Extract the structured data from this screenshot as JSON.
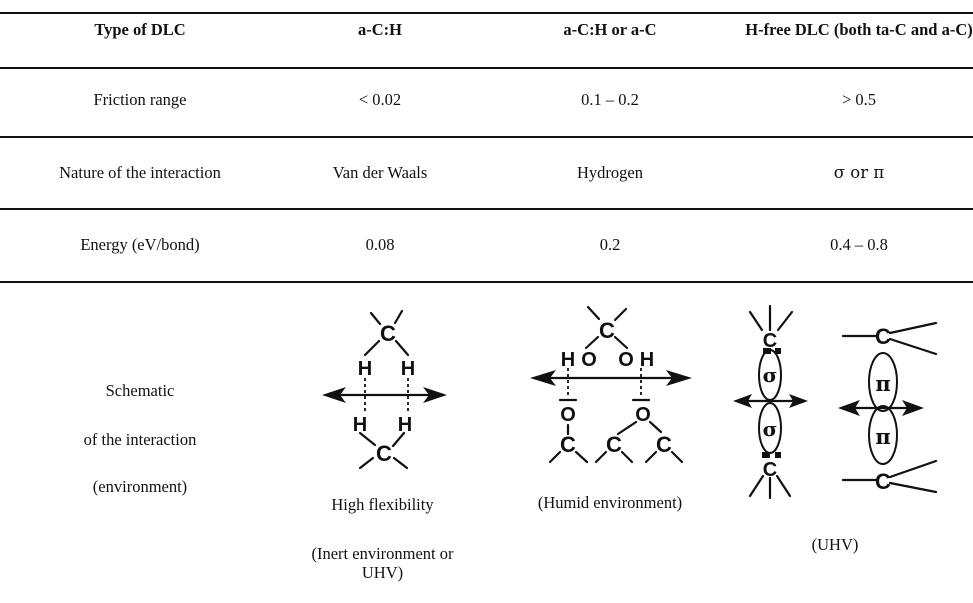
{
  "table": {
    "headers": [
      "Type of DLC",
      "a-C:H",
      "a-C:H or a-C",
      "H-free DLC (both ta-C and a-C)"
    ],
    "rows": [
      [
        "Friction range",
        "< 0.02",
        "0.1 – 0.2",
        "> 0.5"
      ],
      [
        "Nature of the interaction",
        "Van der Waals",
        "Hydrogen",
        "σ or π"
      ],
      [
        "Energy (eV/bond)",
        "0.08",
        "0.2",
        "0.4 – 0.8"
      ]
    ],
    "schematic_label": [
      "Schematic",
      "of the interaction",
      "(environment)"
    ],
    "captions": {
      "ach_1": "High flexibility",
      "ach_2": "(Inert environment or UHV)",
      "mid": "(Humid environment)",
      "hfree": "(UHV)"
    }
  },
  "diagram_labels": {
    "carbon": "C",
    "hydrogen": "H",
    "oxygen": "O",
    "sigma": "σ",
    "pi": "π"
  }
}
